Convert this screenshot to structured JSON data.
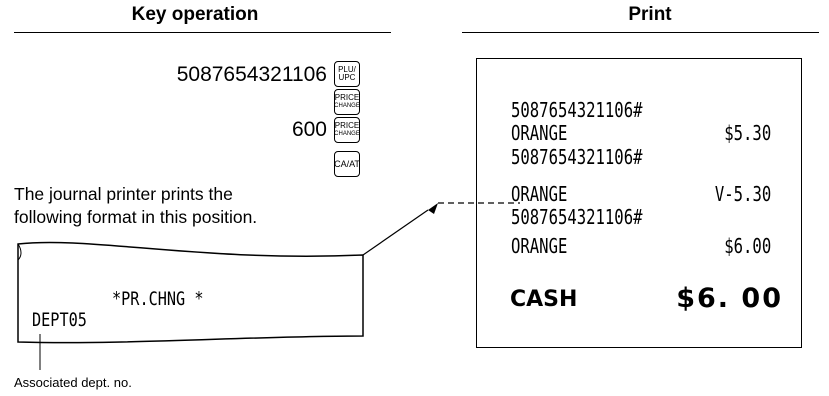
{
  "headers": {
    "key_operation": "Key operation",
    "print": "Print"
  },
  "keys": {
    "plu_number": "5087654321106",
    "plu_key_line1": "PLU/",
    "plu_key_line2": "UPC",
    "price_change_line1": "PRICE",
    "price_change_line2": "CHANGE",
    "new_price": "600",
    "ca_at": "CA/AT"
  },
  "note": {
    "line1": "The journal printer prints the",
    "line2": "following format in this position."
  },
  "journal": {
    "title": "*PR.CHNG *",
    "dept": "DEPT05",
    "caption": "Associated dept. no."
  },
  "receipt": {
    "lines": [
      {
        "left": "5087654321106#",
        "right": ""
      },
      {
        "left": "ORANGE",
        "right": "$5.30"
      },
      {
        "left": "5087654321106#",
        "right": ""
      },
      {
        "left": "ORANGE",
        "right": "V-5.30"
      },
      {
        "left": "5087654321106#",
        "right": ""
      },
      {
        "left": "ORANGE",
        "right": "$6.00"
      }
    ],
    "cash_label": "CASH",
    "cash_amount": "$6. 00"
  }
}
